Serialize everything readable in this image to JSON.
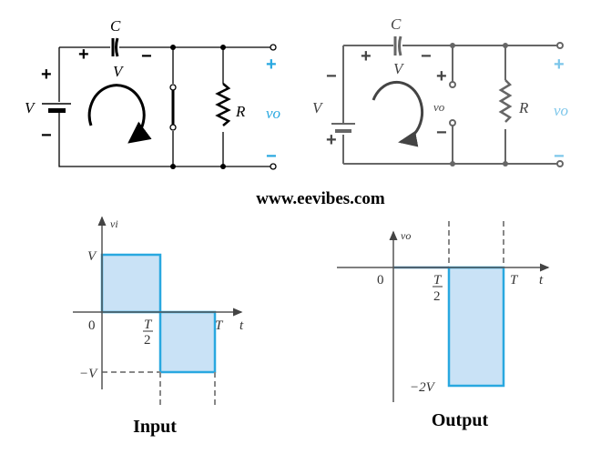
{
  "watermark": "www.eevibes.com",
  "colors": {
    "accent": "#29a8e0",
    "fill": "#c9e2f6",
    "wire": "#000000",
    "wire2": "#555555"
  },
  "circuit_left": {
    "capacitor": "C",
    "cap_voltage": "V",
    "cap_plus": "+",
    "cap_minus": "−",
    "source": "V",
    "src_plus": "+",
    "src_minus": "−",
    "resistor": "R",
    "output": "vo",
    "out_plus": "+",
    "out_minus": "−"
  },
  "circuit_right": {
    "capacitor": "C",
    "cap_voltage": "V",
    "cap_plus": "+",
    "cap_minus": "−",
    "source": "V",
    "src_plus": "+",
    "src_minus": "−",
    "resistor": "R",
    "open_voltage": "vo",
    "open_plus": "+",
    "open_minus": "−",
    "output": "vo",
    "out_plus": "+",
    "out_minus": "−"
  },
  "input_graph": {
    "caption": "Input",
    "ylabel": "vi",
    "xlabel": "t",
    "origin": "0",
    "half_period_num": "T",
    "half_period_den": "2",
    "period": "T",
    "high": "V",
    "low": "−V"
  },
  "output_graph": {
    "caption": "Output",
    "ylabel": "vo",
    "xlabel": "t",
    "origin": "0",
    "half_period_num": "T",
    "half_period_den": "2",
    "period": "T",
    "low": "−2V"
  }
}
